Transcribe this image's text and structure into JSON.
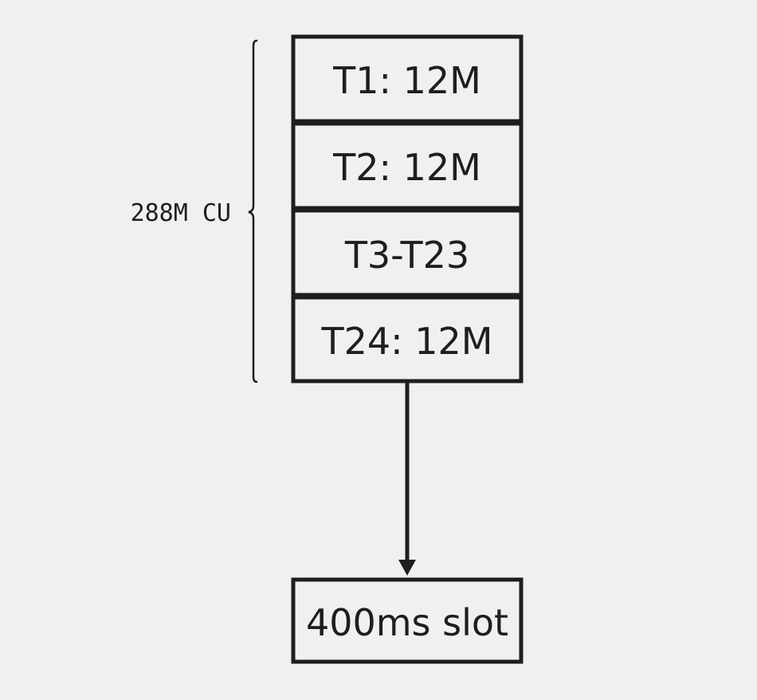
{
  "diagram": {
    "stack_rows": [
      {
        "label": "T1: 12M"
      },
      {
        "label": "T2: 12M"
      },
      {
        "label": "T3-T23"
      },
      {
        "label": "T24: 12M"
      }
    ],
    "brace_label": "288M CU",
    "slot_label": "400ms slot",
    "colors": {
      "background": "#f0f0f0",
      "stroke": "#1e1e1e"
    }
  }
}
